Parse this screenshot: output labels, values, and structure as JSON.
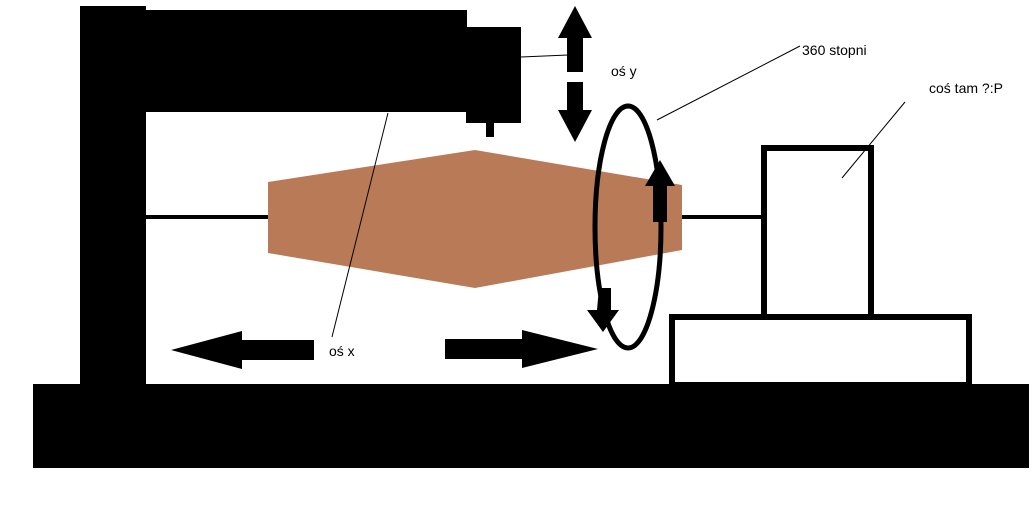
{
  "labels": {
    "axis_y": "oś y",
    "rotation": "360 stopni",
    "something": "coś tam ?:P",
    "axis_x": "oś x"
  },
  "colors": {
    "frame": "#000000",
    "workpiece": "#b97a57",
    "background": "#ffffff"
  }
}
